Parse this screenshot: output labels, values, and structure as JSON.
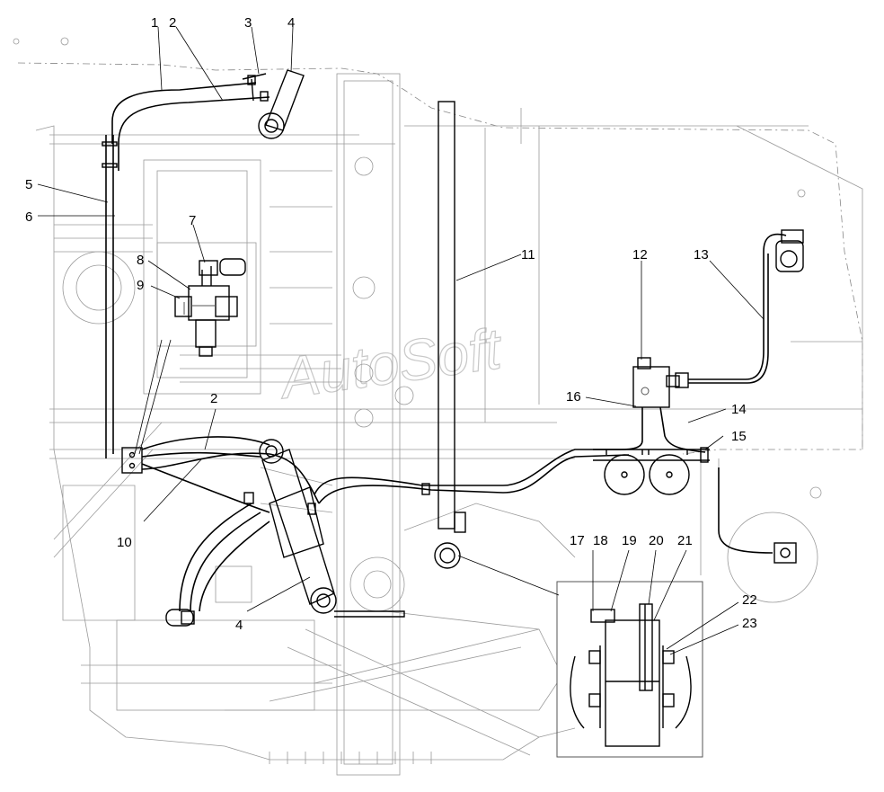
{
  "watermark": "AutoSoft",
  "callouts": [
    "1",
    "2",
    "3",
    "4",
    "5",
    "6",
    "7",
    "8",
    "9",
    "10",
    "11",
    "12",
    "13",
    "14",
    "15",
    "16",
    "17",
    "18",
    "19",
    "20",
    "21",
    "22",
    "23",
    "2",
    "4"
  ]
}
